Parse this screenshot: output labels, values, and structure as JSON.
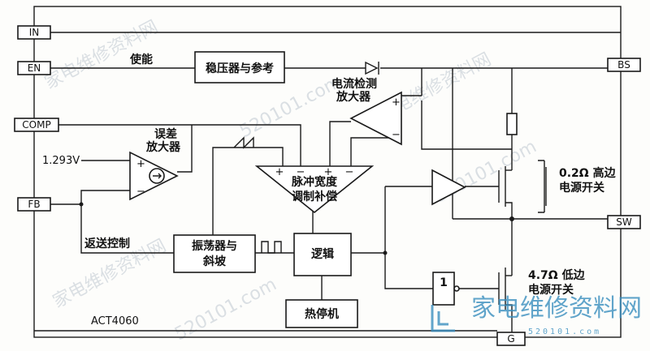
{
  "pins": {
    "in": "IN",
    "en": "EN",
    "comp": "COMP",
    "fb": "FB",
    "bs": "BS",
    "sw": "SW",
    "g": "G"
  },
  "blocks": {
    "regulator": "稳压器与参考",
    "oscillator_line1": "振荡器与",
    "oscillator_line2": "斜坡",
    "logic": "逻辑",
    "thermal": "热停机",
    "pwm_line1": "脉冲宽度",
    "pwm_line2": "调制补偿",
    "inverter": "1"
  },
  "labels": {
    "enable": "使能",
    "error_amp_line1": "误差",
    "error_amp_line2": "放大器",
    "ref_voltage": "1.293V",
    "current_sense_line1": "电流检测",
    "current_sense_line2": "放大器",
    "feedback": "返送控制",
    "high_side_line1": "0.2Ω 高边",
    "high_side_line2": "电源开关",
    "low_side_line1": "4.7Ω 低边",
    "low_side_line2": "电源开关",
    "chip": "ACT4060",
    "plus": "+",
    "minus": "−"
  },
  "watermark": {
    "text": "家电维修资料网",
    "url": "520101.com",
    "logo_sub": "520101.com"
  }
}
